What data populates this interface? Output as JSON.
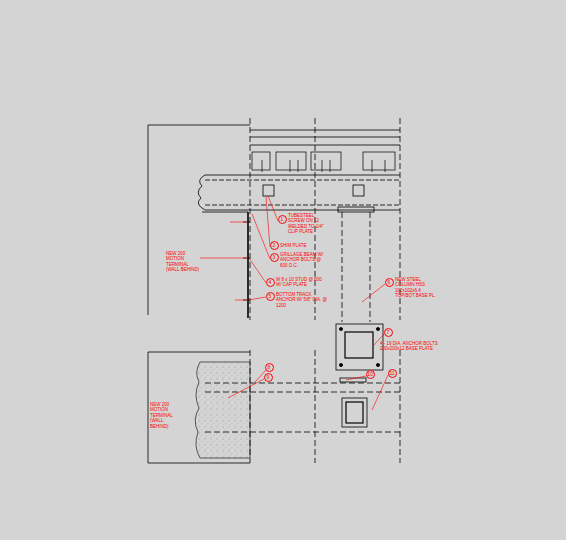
{
  "diagram": {
    "nodes": [
      {
        "text": [
          "1"
        ]
      },
      {
        "text": [
          "2"
        ]
      },
      {
        "text": [
          "3"
        ]
      },
      {
        "text": [
          "4"
        ]
      },
      {
        "text": [
          "5"
        ]
      },
      {
        "text": [
          "6"
        ]
      },
      {
        "text": [
          "7"
        ]
      },
      {
        "text": [
          "8"
        ]
      },
      {
        "text": [
          "9"
        ]
      },
      {
        "text": [
          "10"
        ]
      },
      {
        "text": [
          "11"
        ]
      }
    ],
    "labels": [
      "TUBESTEEL SCREW ON 12 WELDED TO 1/4\" CLIP PLATE",
      "SHIM PLATE",
      "GRILLAGE BEAM W/ ANCHOR BOLTS @ 600 O.C.",
      "W 8 x 10 STUD @ 600 W/ CAP PLATE",
      "BOTTOM TRACK ANCHOR W/ 5/8\" DIA. @ 1200",
      "NEW STEEL COLUMN HSS 102x102x6.4 TOP/BOT BASE PL.",
      "4 - 19 DIA. ANCHOR BOLTS 200x200x12 BASE PLATE",
      "NEW 200 MOTION TERMINAL (WALL BEHIND)",
      "NEW 200 MOTION TERMINAL (WALL BEHIND)"
    ]
  }
}
